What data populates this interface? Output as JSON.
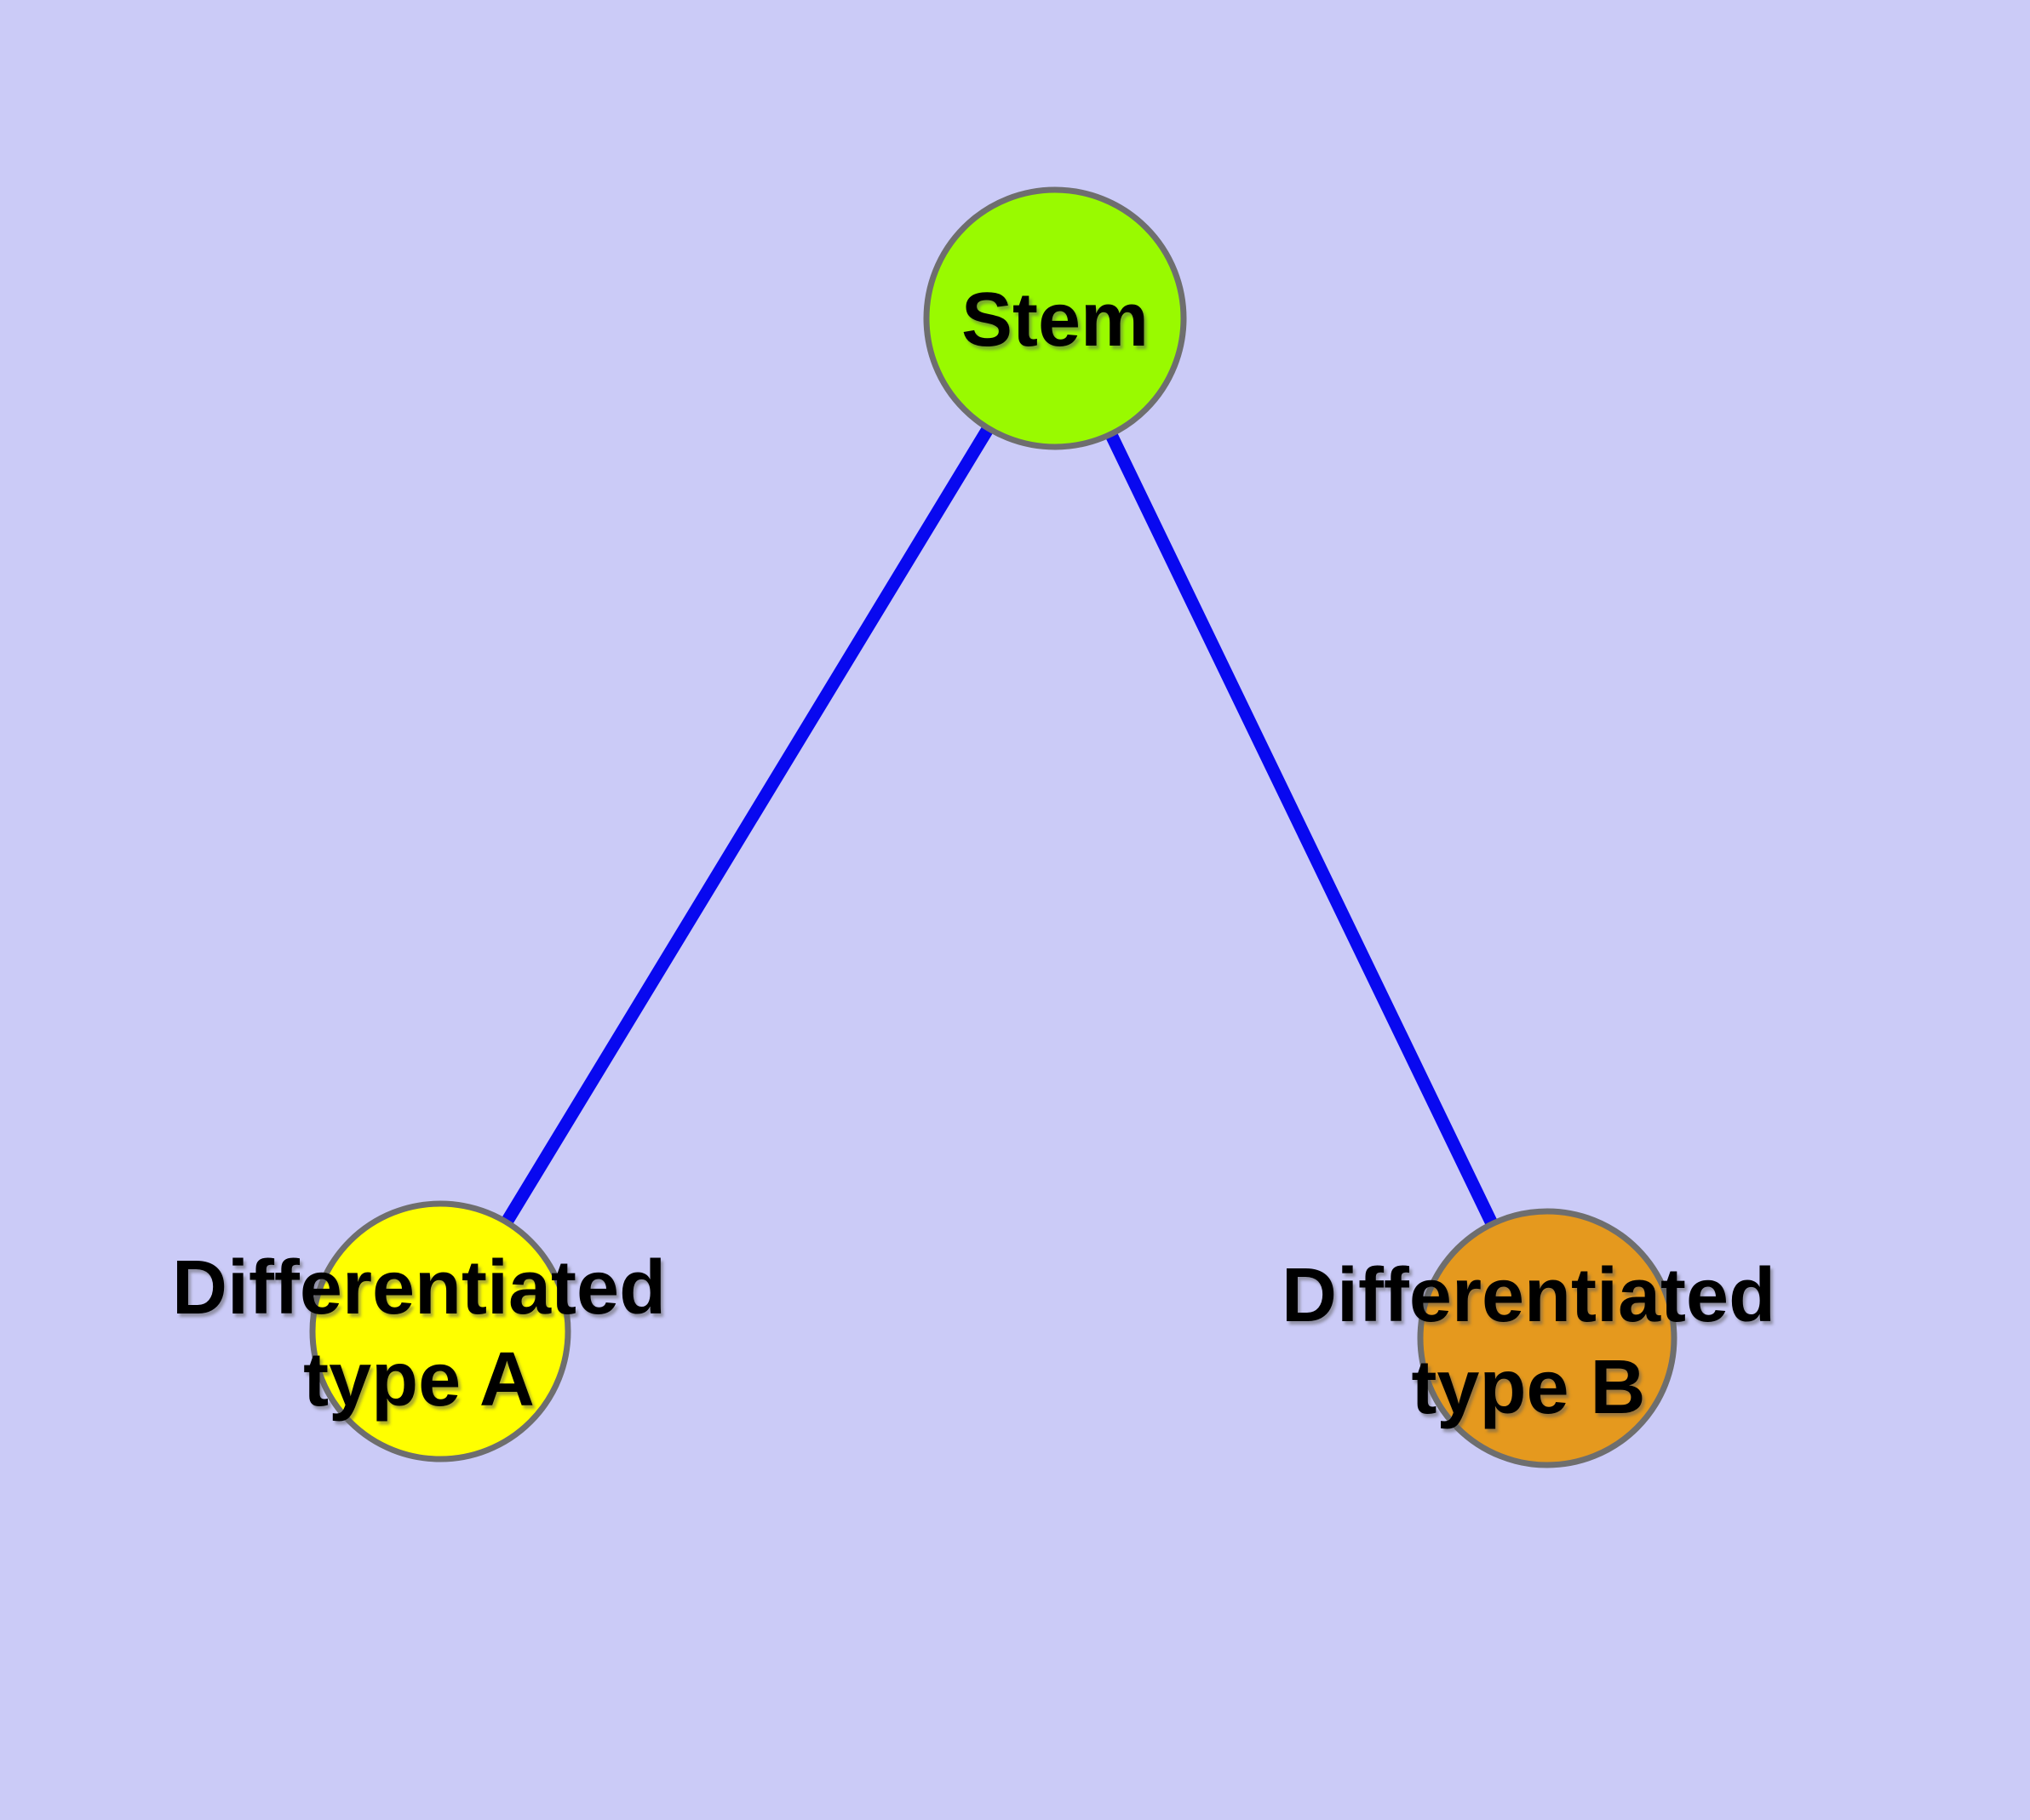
{
  "diagram": {
    "background_color": "#cbcbf7",
    "edge_color": "#0808f0",
    "node_border_color": "#6e6e6e",
    "text_color": "#000000",
    "nodes": [
      {
        "id": "stem",
        "label": "Stem",
        "fill": "#99fa00"
      },
      {
        "id": "differentiated-type-a",
        "label_line1": "Differentiated",
        "label_line2": "type A",
        "fill": "#ffff00"
      },
      {
        "id": "differentiated-type-b",
        "label_line1": "Differentiated",
        "label_line2": "type B",
        "fill": "#e5991e"
      }
    ],
    "edges": [
      {
        "from": "stem",
        "to": "differentiated-type-a"
      },
      {
        "from": "stem",
        "to": "differentiated-type-b"
      }
    ]
  }
}
